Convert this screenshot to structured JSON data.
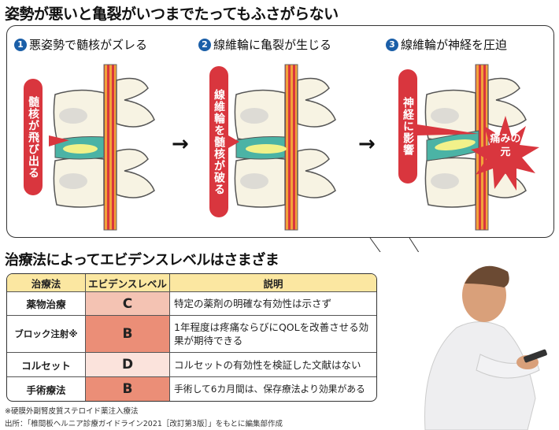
{
  "title": "姿勢が悪いと亀裂がいつまでたってもふさがらない",
  "steps": [
    {
      "num": "1",
      "heading": "悪姿勢で髄核がズレる",
      "label": "髄核が飛び出る"
    },
    {
      "num": "2",
      "heading": "線維輪に亀裂が生じる",
      "label": "線維輪を髄核が破る"
    },
    {
      "num": "3",
      "heading": "線維輪が神経を圧迫",
      "label": "神経に影響",
      "burst": "痛みの元"
    }
  ],
  "arrow": "→",
  "table_title": "治療法によってエビデンスレベルはさまざま",
  "table": {
    "headers": [
      "治療法",
      "エビデンスレベル",
      "説明"
    ],
    "rows": [
      {
        "treatment": "薬物治療",
        "level": "C",
        "description": "特定の薬剤の明確な有効性は示さず",
        "color": "#f4c3b3"
      },
      {
        "treatment": "ブロック注射※",
        "level": "B",
        "description": "1年程度は疼痛ならびにQOLを改善させる効果が期待できる",
        "color": "#eb8e77"
      },
      {
        "treatment": "コルセット",
        "level": "D",
        "description": "コルセットの有効性を検証した文献はない",
        "color": "#fbe3dc"
      },
      {
        "treatment": "手術療法",
        "level": "B",
        "description": "手術して6カ月間は、保存療法より効果がある",
        "color": "#eb8e77"
      }
    ]
  },
  "footnote": "※硬膜外副腎皮質ステロイド薬注入療法",
  "source": "出所：「椎間板ヘルニア診療ガイドライン2021［改訂第3版］」をもとに編集部作成",
  "colors": {
    "accent_red": "#d9363e",
    "step_blue": "#1b5fa8",
    "header_yellow": "#fbe7a1"
  }
}
